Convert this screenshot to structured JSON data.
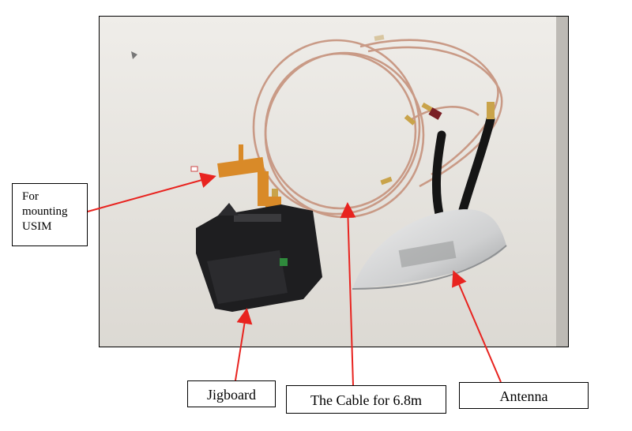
{
  "labels": {
    "usim": [
      "For",
      "mounting",
      "USIM"
    ],
    "jigboard": "Jigboard",
    "cable": "The Cable for 6.8m",
    "antenna": "Antenna"
  },
  "colors": {
    "arrow": "#e8231f",
    "cable": "#c99a86",
    "photo_background": "#e6e3de",
    "jigboard_body": "#1e1e20",
    "antenna_body": "#d9dadb",
    "flex_cable": "#d98a28"
  }
}
